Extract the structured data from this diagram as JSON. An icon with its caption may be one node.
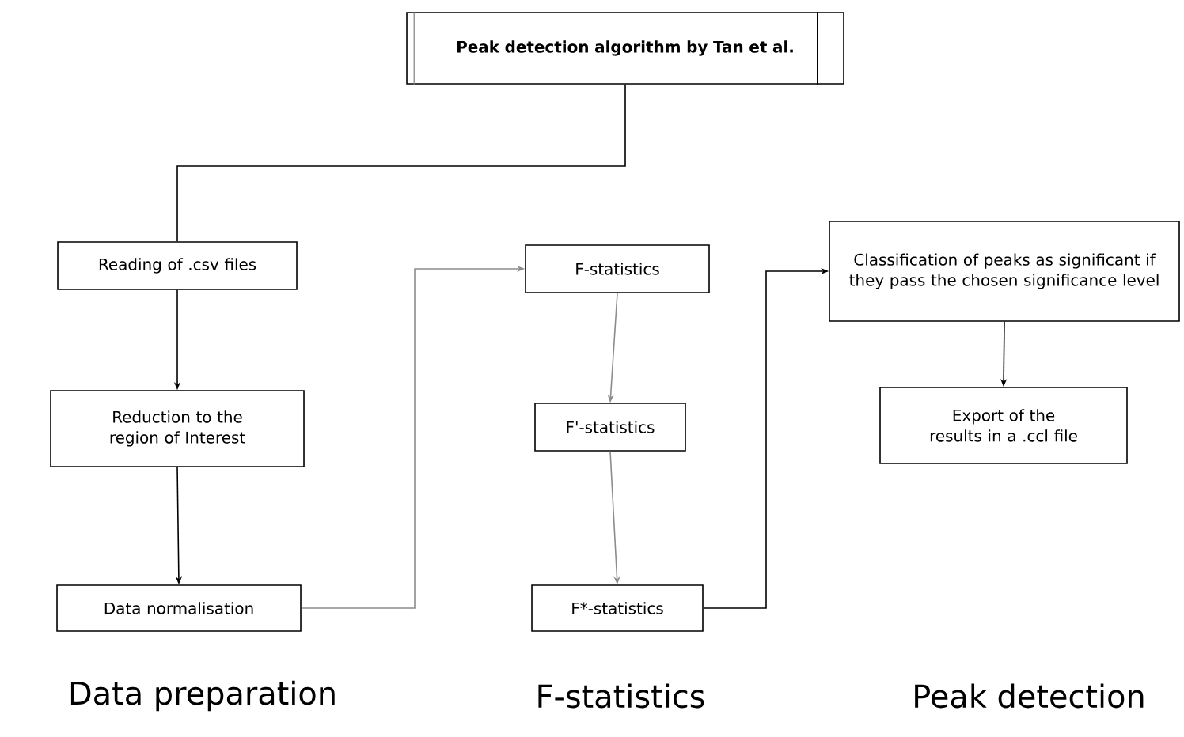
{
  "diagram": {
    "nodes": [
      {
        "text": [
          "**Peak detection algorithm by Tan et al.**"
        ]
      },
      {
        "text": [
          "Reading of .csv files"
        ]
      },
      {
        "text": [
          "Reduction to the region of Interest"
        ]
      },
      {
        "text": [
          "Data normalisation"
        ]
      },
      {
        "text": [
          "F-statistics"
        ]
      },
      {
        "text": [
          "F'-statistics"
        ]
      },
      {
        "text": [
          "F*-statistics"
        ]
      },
      {
        "text": [
          "Classification of peaks as significant if they pass the chosen significance level"
        ]
      },
      {
        "text": [
          "Export of the results in a .ccl file"
        ]
      }
    ],
    "edges": [
      {
        "from": 0,
        "to": 1,
        "arrow": "none"
      },
      {
        "from": 1,
        "to": 2,
        "arrow": "to"
      },
      {
        "from": 2,
        "to": 3,
        "arrow": "to"
      },
      {
        "from": 3,
        "to": 4,
        "arrow": "to",
        "color": "#8c8c8c"
      },
      {
        "from": 4,
        "to": 5,
        "arrow": "to",
        "color": "#8c8c8c"
      },
      {
        "from": 5,
        "to": 6,
        "arrow": "to",
        "color": "#8c8c8c"
      },
      {
        "from": 6,
        "to": 7,
        "arrow": "to"
      },
      {
        "from": 7,
        "to": 8,
        "arrow": "to"
      }
    ],
    "labels": [
      "Data preparation",
      "F-statistics",
      "Peak detection"
    ]
  }
}
